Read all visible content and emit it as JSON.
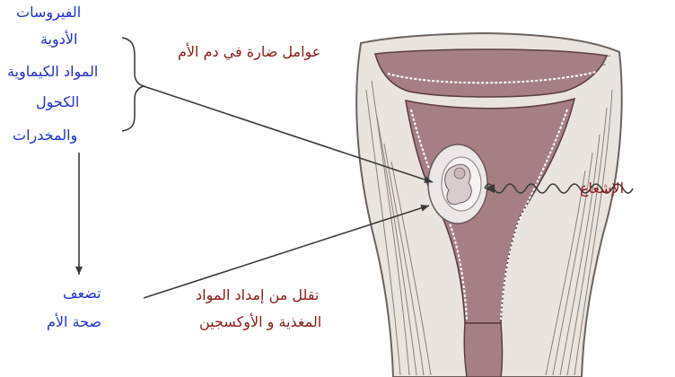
{
  "harmful_factors": [
    "الفيروسات",
    "الأدوية",
    "المواد الكيماوية",
    "الكحول",
    "والمخدرات"
  ],
  "mother_blood_label": "عوامل ضارة في دم الأم",
  "radiation_label": "الإشعاع",
  "mother_health_label": {
    "line1": "تضعف",
    "line2": "صحة الأم"
  },
  "nutrient_label": {
    "line1": "تقلل من إمداد المواد",
    "line2": "المغذية و الأوكسجين"
  },
  "colors": {
    "blue_text": "#1f2fd6",
    "red_text": "#8b1a1a",
    "tissue_fill": "#a67f85",
    "wall_fill": "#eae4df",
    "wall_lines": "#8a7f79"
  }
}
